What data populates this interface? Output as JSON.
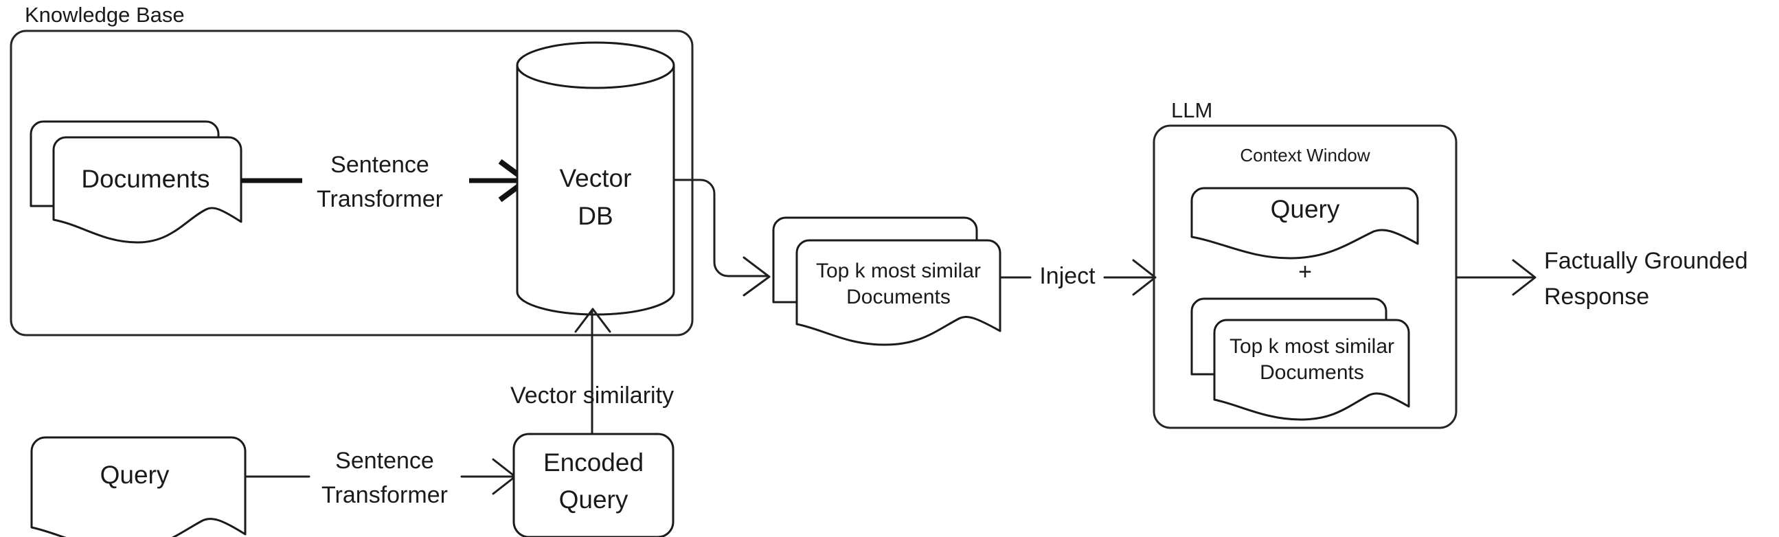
{
  "diagram": {
    "type": "flowchart",
    "title_visible": false,
    "background_color": "#ffffff",
    "stroke_color": "#1a1a1a"
  },
  "containers": {
    "knowledge_base": {
      "label": "Knowledge Base"
    },
    "llm": {
      "label": "LLM",
      "context_window_label": "Context Window"
    }
  },
  "nodes": {
    "documents": {
      "label": "Documents",
      "shape": "document-stack"
    },
    "vector_db": {
      "label_line1": "Vector",
      "label_line2": "DB",
      "shape": "cylinder"
    },
    "topk_documents": {
      "label_line1": "Top k most similar",
      "label_line2": "Documents",
      "shape": "document-stack"
    },
    "llm_query": {
      "label": "Query",
      "shape": "document"
    },
    "llm_topk_documents": {
      "label_line1": "Top k most similar",
      "label_line2": "Documents",
      "shape": "document-stack"
    },
    "plus_operator": {
      "label": "+"
    },
    "query": {
      "label": "Query",
      "shape": "document"
    },
    "encoded_query": {
      "label_line1": "Encoded",
      "label_line2": "Query",
      "shape": "rounded-rect"
    },
    "factually_grounded_response": {
      "label_line1": "Factually Grounded",
      "label_line2": "Response",
      "shape": "text-only"
    }
  },
  "edges": {
    "documents_to_vectordb": {
      "label_line1": "Sentence",
      "label_line2": "Transformer"
    },
    "vectordb_to_topk": {
      "label": ""
    },
    "topk_to_llm": {
      "label": "Inject"
    },
    "query_to_encoded": {
      "label_line1": "Sentence",
      "label_line2": "Transformer"
    },
    "encoded_to_vectordb": {
      "label": "Vector similarity"
    },
    "llm_to_response": {
      "label": ""
    }
  }
}
